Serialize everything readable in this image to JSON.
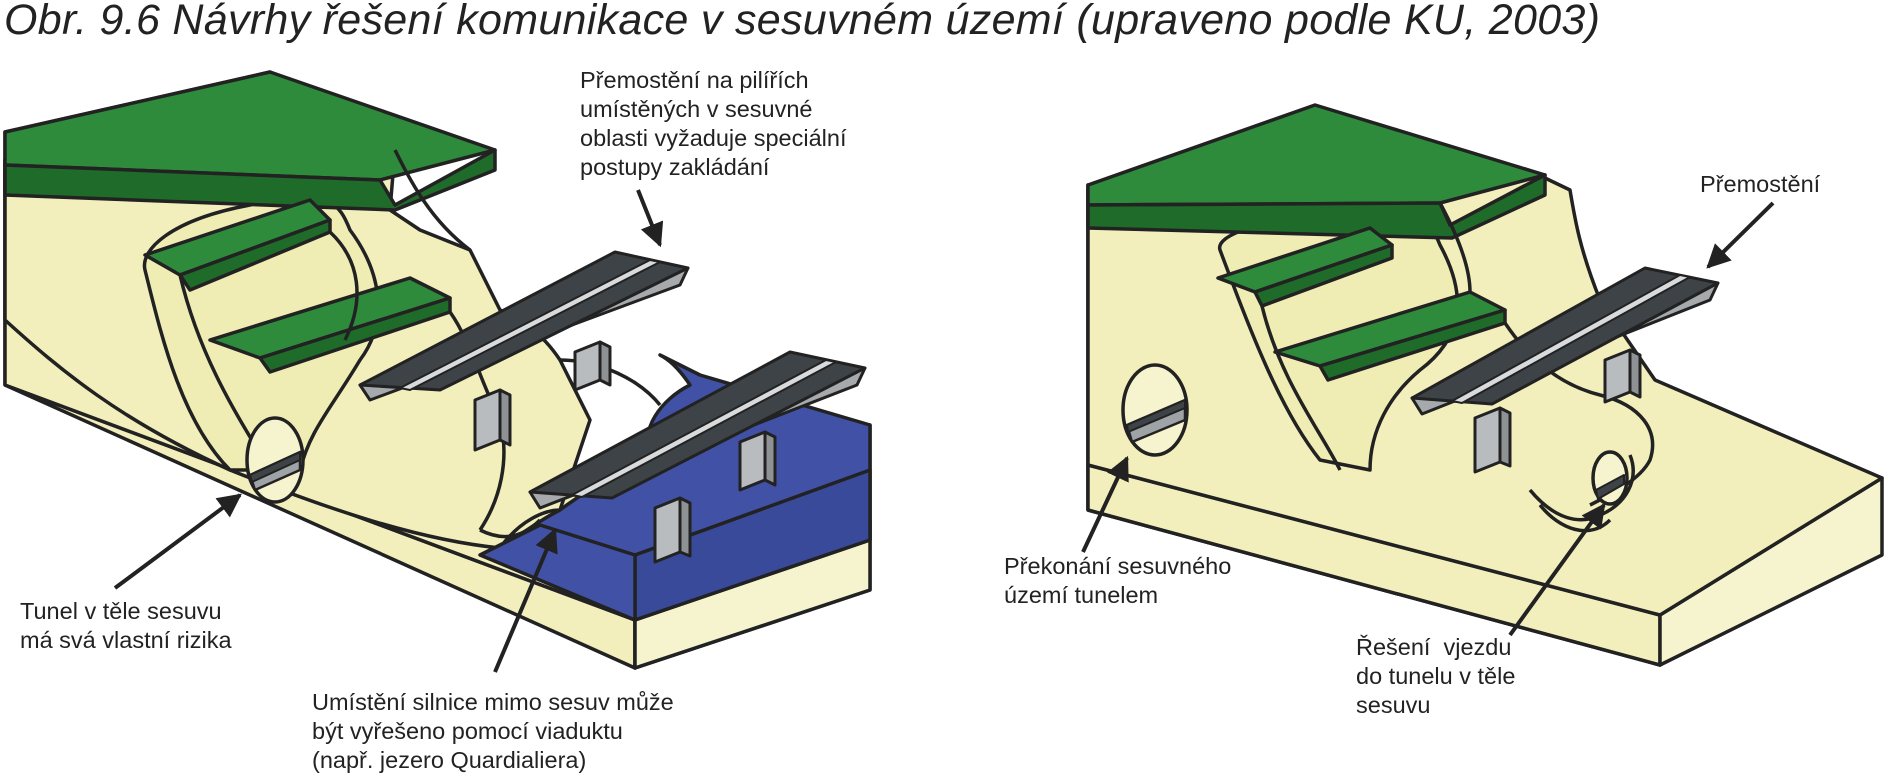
{
  "figure_title": "Obr. 9.6  Návrhy řešení komunikace v sesuvném území (upraveno podle KU, 2003)",
  "colors": {
    "sand": "#f2efbc",
    "sand_light": "#f6f4cf",
    "grass": "#2e8b3c",
    "grass_dark": "#1f6b2a",
    "water": "#4152a6",
    "water_light": "#5b6cc0",
    "deck": "#3d4347",
    "deck_side": "#a6aaad",
    "outline": "#222222"
  },
  "left_panel": {
    "labels": {
      "bridge_piers": [
        "Přemostění na pilířích",
        "umístěných v sesuvné",
        "oblasti vyžaduje speciální",
        "postupy zakládání"
      ],
      "tunnel_risk": [
        "Tunel v těle sesuvu",
        "má svá vlastní rizika"
      ],
      "viaduct": [
        "Umístění silnice mimo sesuv může",
        "být vyřešeno pomocí viaduktu",
        "(např. jezero Quardialiera)"
      ]
    }
  },
  "right_panel": {
    "labels": {
      "bridge": [
        "Přemostění"
      ],
      "tunnel": [
        "Překonání sesuvného",
        "území tunelem"
      ],
      "entrance": [
        "Řešení  vjezdu",
        "do tunelu v těle",
        "sesuvu"
      ]
    }
  }
}
